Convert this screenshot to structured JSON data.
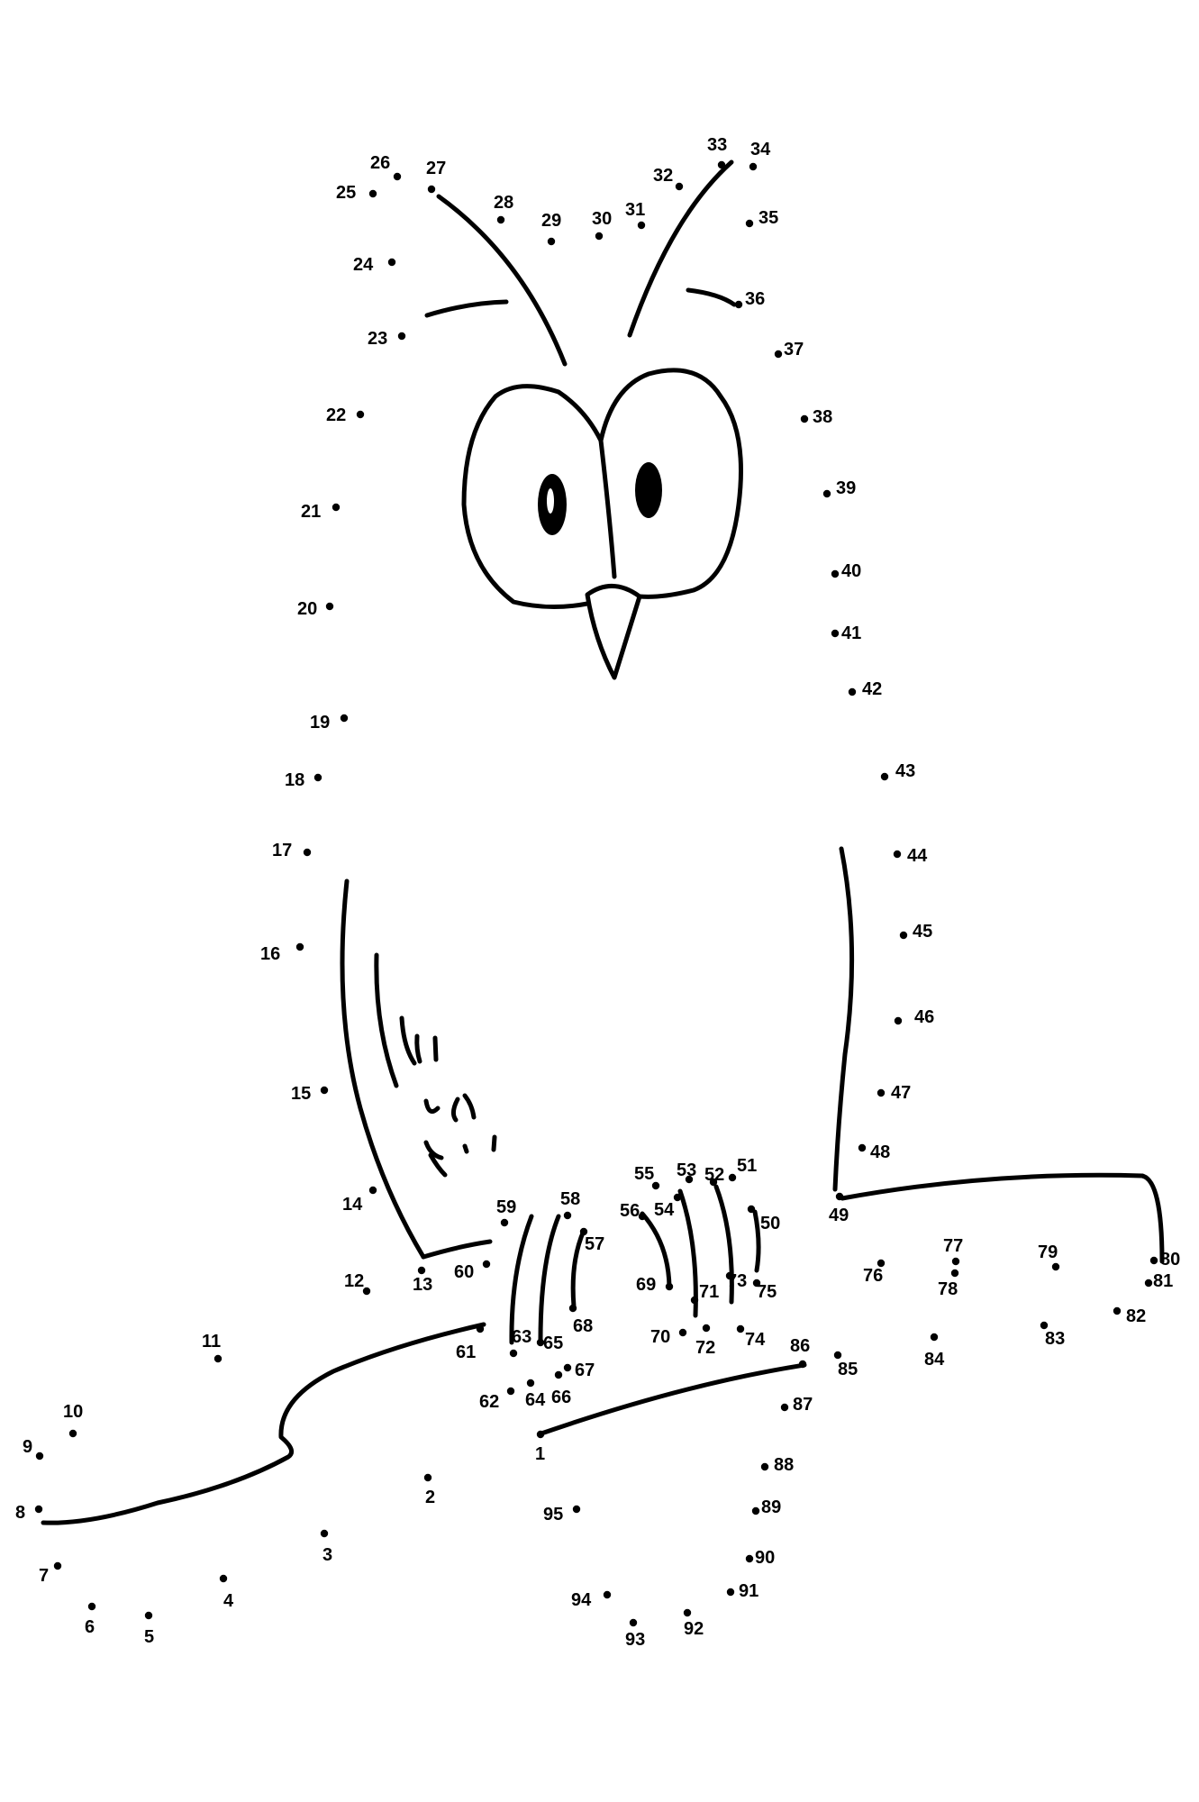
{
  "colors": {
    "ink": "#000000",
    "background": "#ffffff"
  },
  "puzzle": {
    "points": [
      {
        "n": "1"
      },
      {
        "n": "2"
      },
      {
        "n": "3"
      },
      {
        "n": "4"
      },
      {
        "n": "5"
      },
      {
        "n": "6"
      },
      {
        "n": "7"
      },
      {
        "n": "8"
      },
      {
        "n": "9"
      },
      {
        "n": "10"
      },
      {
        "n": "11"
      },
      {
        "n": "12"
      },
      {
        "n": "13"
      },
      {
        "n": "14"
      },
      {
        "n": "15"
      },
      {
        "n": "16"
      },
      {
        "n": "17"
      },
      {
        "n": "18"
      },
      {
        "n": "19"
      },
      {
        "n": "20"
      },
      {
        "n": "21"
      },
      {
        "n": "22"
      },
      {
        "n": "23"
      },
      {
        "n": "24"
      },
      {
        "n": "25"
      },
      {
        "n": "26"
      },
      {
        "n": "27"
      },
      {
        "n": "28"
      },
      {
        "n": "29"
      },
      {
        "n": "30"
      },
      {
        "n": "31"
      },
      {
        "n": "32"
      },
      {
        "n": "33"
      },
      {
        "n": "34"
      },
      {
        "n": "35"
      },
      {
        "n": "36"
      },
      {
        "n": "37"
      },
      {
        "n": "38"
      },
      {
        "n": "39"
      },
      {
        "n": "40"
      },
      {
        "n": "41"
      },
      {
        "n": "42"
      },
      {
        "n": "43"
      },
      {
        "n": "44"
      },
      {
        "n": "45"
      },
      {
        "n": "46"
      },
      {
        "n": "47"
      },
      {
        "n": "48"
      },
      {
        "n": "49"
      },
      {
        "n": "50"
      },
      {
        "n": "51"
      },
      {
        "n": "52"
      },
      {
        "n": "53"
      },
      {
        "n": "54"
      },
      {
        "n": "55"
      },
      {
        "n": "56"
      },
      {
        "n": "57"
      },
      {
        "n": "58"
      },
      {
        "n": "59"
      },
      {
        "n": "60"
      },
      {
        "n": "61"
      },
      {
        "n": "62"
      },
      {
        "n": "63"
      },
      {
        "n": "64"
      },
      {
        "n": "65"
      },
      {
        "n": "66"
      },
      {
        "n": "67"
      },
      {
        "n": "68"
      },
      {
        "n": "69"
      },
      {
        "n": "70"
      },
      {
        "n": "71"
      },
      {
        "n": "72"
      },
      {
        "n": "73"
      },
      {
        "n": "74"
      },
      {
        "n": "75"
      },
      {
        "n": "76"
      },
      {
        "n": "77"
      },
      {
        "n": "78"
      },
      {
        "n": "79"
      },
      {
        "n": "80"
      },
      {
        "n": "81"
      },
      {
        "n": "82"
      },
      {
        "n": "83"
      },
      {
        "n": "84"
      },
      {
        "n": "85"
      },
      {
        "n": "86"
      },
      {
        "n": "87"
      },
      {
        "n": "88"
      },
      {
        "n": "89"
      },
      {
        "n": "90"
      },
      {
        "n": "91"
      },
      {
        "n": "92"
      },
      {
        "n": "93"
      },
      {
        "n": "94"
      },
      {
        "n": "95"
      }
    ]
  }
}
